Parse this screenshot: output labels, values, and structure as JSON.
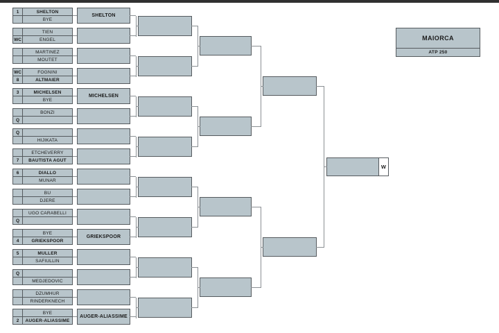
{
  "tournament": {
    "title": "MAIORCA",
    "tier": "ATP 250"
  },
  "final": {
    "winner_label": "W"
  },
  "colors": {
    "box_fill": "#b8c5cb",
    "box_border": "#555a5e",
    "connector": "#8a8f93",
    "top_bar": "#303030",
    "text": "#1b1b1b"
  },
  "round1": [
    {
      "slots": [
        {
          "tag": "1",
          "name": "SHELTON"
        },
        {
          "tag": "",
          "name": "BYE"
        }
      ]
    },
    {
      "slots": [
        {
          "tag": "",
          "name": "TIEN"
        },
        {
          "tag": "WC",
          "name": "ENGEL"
        }
      ]
    },
    {
      "slots": [
        {
          "tag": "",
          "name": "MARTINEZ"
        },
        {
          "tag": "",
          "name": "MOUTET"
        }
      ]
    },
    {
      "slots": [
        {
          "tag": "WC",
          "name": "FOGNINI"
        },
        {
          "tag": "8",
          "name": "ALTMAIER"
        }
      ]
    },
    {
      "slots": [
        {
          "tag": "3",
          "name": "MICHELSEN"
        },
        {
          "tag": "",
          "name": "BYE"
        }
      ]
    },
    {
      "slots": [
        {
          "tag": "",
          "name": "BONZI"
        },
        {
          "tag": "Q",
          "name": ""
        }
      ]
    },
    {
      "slots": [
        {
          "tag": "Q",
          "name": ""
        },
        {
          "tag": "",
          "name": "HIJIKATA"
        }
      ]
    },
    {
      "slots": [
        {
          "tag": "",
          "name": "ETCHEVERRY"
        },
        {
          "tag": "7",
          "name": "BAUTISTA AGUT"
        }
      ]
    },
    {
      "slots": [
        {
          "tag": "6",
          "name": "DIALLO"
        },
        {
          "tag": "",
          "name": "MUNAR"
        }
      ]
    },
    {
      "slots": [
        {
          "tag": "",
          "name": "BU"
        },
        {
          "tag": "",
          "name": "DJERE"
        }
      ]
    },
    {
      "slots": [
        {
          "tag": "",
          "name": "UGO CARABELLI"
        },
        {
          "tag": "Q",
          "name": ""
        }
      ]
    },
    {
      "slots": [
        {
          "tag": "",
          "name": "BYE"
        },
        {
          "tag": "4",
          "name": "GRIEKSPOOR"
        }
      ]
    },
    {
      "slots": [
        {
          "tag": "5",
          "name": "MULLER"
        },
        {
          "tag": "",
          "name": "SAFIULLIN"
        }
      ]
    },
    {
      "slots": [
        {
          "tag": "Q",
          "name": ""
        },
        {
          "tag": "",
          "name": "MEDJEDOVIC"
        }
      ]
    },
    {
      "slots": [
        {
          "tag": "",
          "name": "DZUMHUR"
        },
        {
          "tag": "",
          "name": "RINDERKNECH"
        }
      ]
    },
    {
      "slots": [
        {
          "tag": "",
          "name": "BYE"
        },
        {
          "tag": "2",
          "name": "AUGER-ALIASSIME"
        }
      ]
    }
  ],
  "round2": {
    "slots": [
      "SHELTON",
      "",
      "",
      "",
      "MICHELSEN",
      "",
      "",
      "",
      "",
      "",
      "",
      "GRIEKSPOOR",
      "",
      "",
      "",
      "AUGER-ALIASSIME"
    ]
  }
}
